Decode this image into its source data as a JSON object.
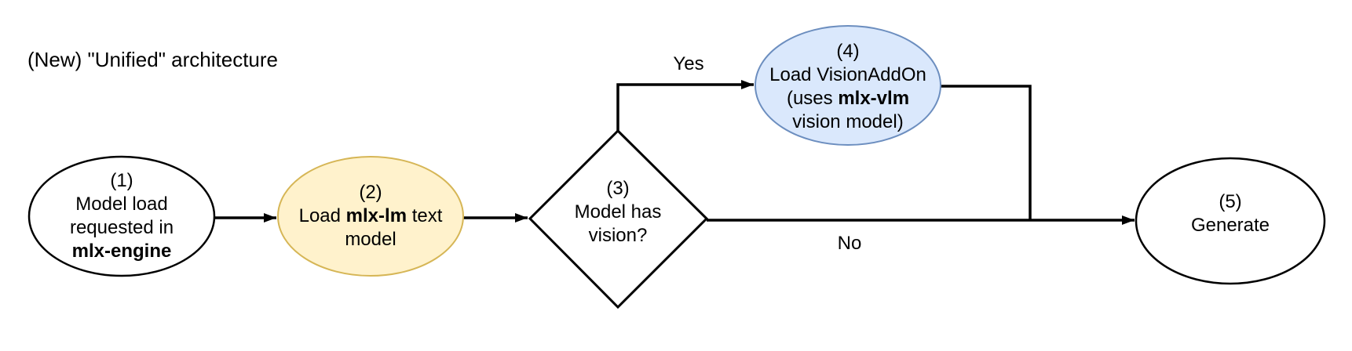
{
  "title": "(New) \"Unified\" architecture",
  "colors": {
    "background": "#FFFFFF",
    "line": "#000000",
    "text": "#000000",
    "node_plain_fill": "#FFFFFF",
    "node_plain_stroke": "#000000",
    "node_yellow_fill": "#FFF2CC",
    "node_yellow_stroke": "#D6B656",
    "node_blue_fill": "#DAE8FC",
    "node_blue_stroke": "#6C8EBF"
  },
  "nodes": {
    "step1": {
      "number": "(1)",
      "line1": "Model load",
      "line2": "requested in",
      "line3_bold": "mlx-engine"
    },
    "step2": {
      "number": "(2)",
      "line1_pre": "Load ",
      "line1_bold": "mlx-lm",
      "line1_post": " text",
      "line2": "model"
    },
    "step3": {
      "number": "(3)",
      "line1": "Model has",
      "line2": "vision?"
    },
    "step4": {
      "number": "(4)",
      "line1": "Load VisionAddOn",
      "line2_pre": "(uses ",
      "line2_bold": "mlx-vlm",
      "line3": "vision model)"
    },
    "step5": {
      "number": "(5)",
      "line1": "Generate"
    }
  },
  "edge_labels": {
    "yes": "Yes",
    "no": "No"
  }
}
